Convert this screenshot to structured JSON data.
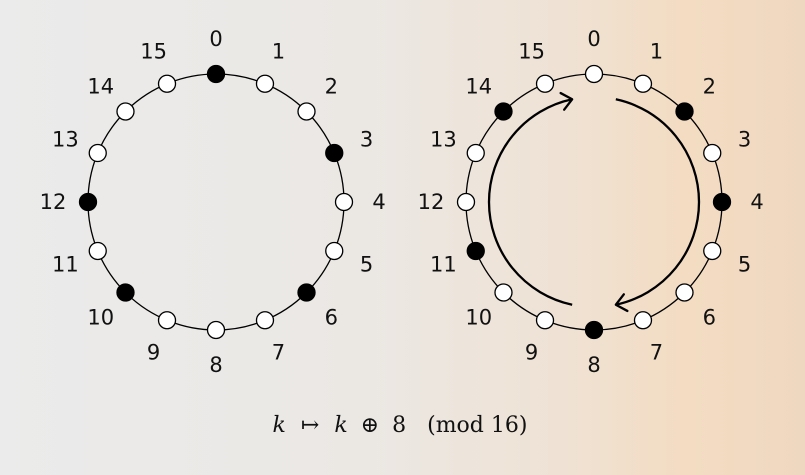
{
  "labels": [
    "0",
    "1",
    "2",
    "3",
    "4",
    "5",
    "6",
    "7",
    "8",
    "9",
    "10",
    "11",
    "12",
    "13",
    "14",
    "15"
  ],
  "diagrams": [
    {
      "name": "left-ring",
      "filled": [
        0,
        3,
        6,
        10,
        12
      ],
      "arrows": false
    },
    {
      "name": "right-ring",
      "filled": [
        2,
        4,
        8,
        11,
        14
      ],
      "arrows": true
    }
  ],
  "caption": {
    "var_k": "k",
    "maps_to": "↦",
    "op": "⊕",
    "shift": "8",
    "mod_text": "(mod 16)"
  },
  "colors": {
    "filled": "#000000",
    "empty": "#ffffff",
    "stroke": "#000000"
  }
}
